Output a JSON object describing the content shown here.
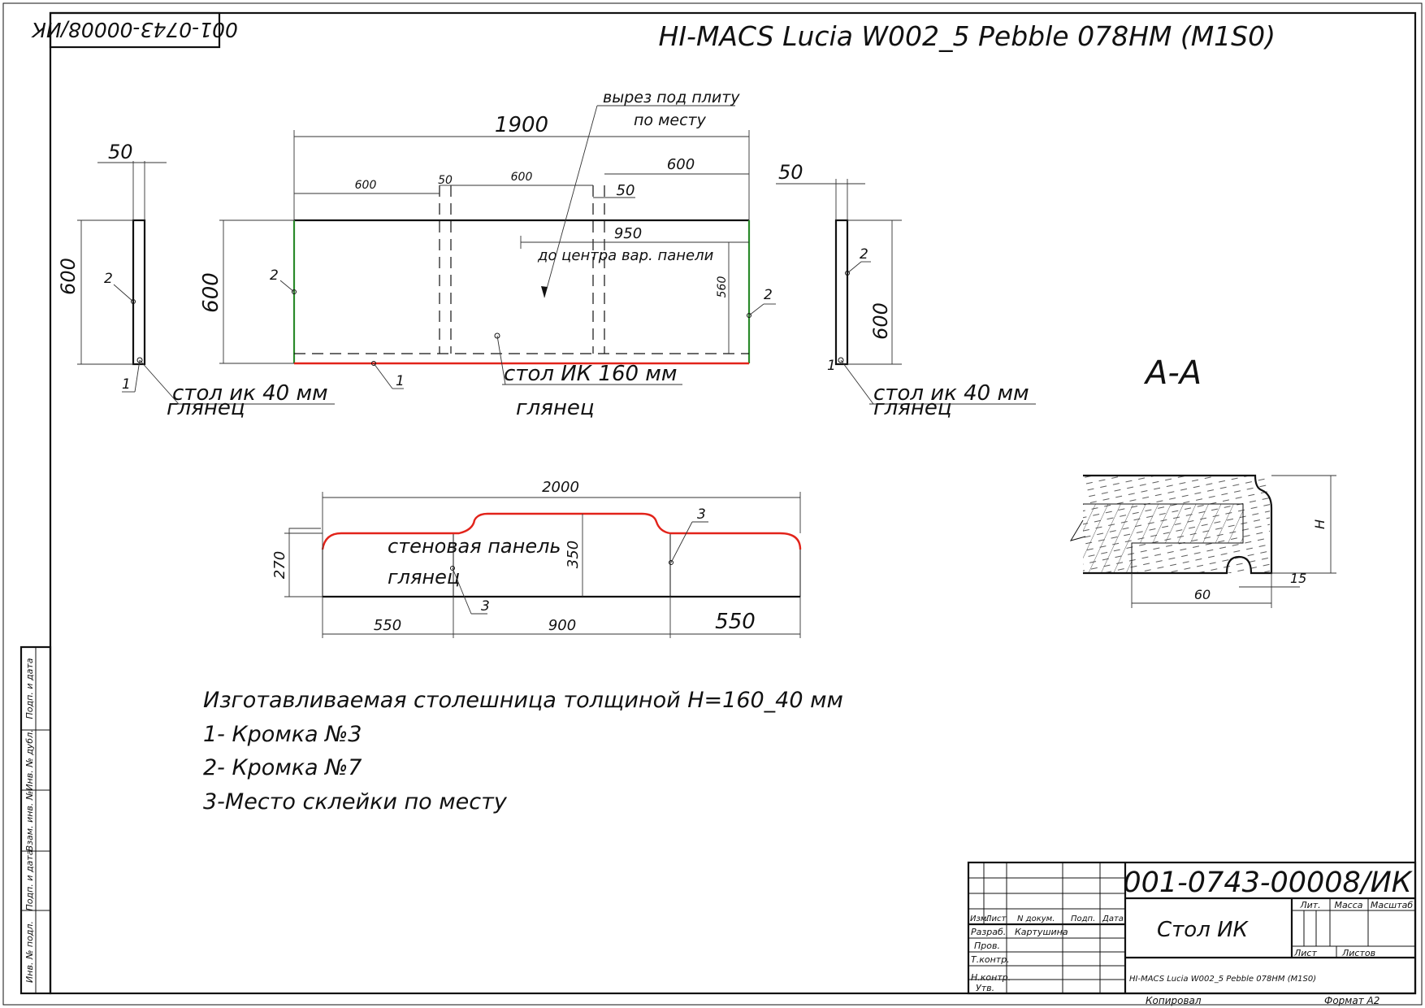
{
  "drawing": {
    "material": "HI-MACS Lucia W002_5 Pebble 078HM (M1S0)",
    "code": "001-0743-00008/ИК",
    "code_mirrored": "001-0743-00008/ИК"
  },
  "plan": {
    "dims": {
      "total": "1900",
      "seg1": "600",
      "gap1": "50",
      "seg2": "600",
      "seg3": "600",
      "gap2": "50",
      "to_center": "950",
      "height": "600",
      "inner": "560",
      "left_w": "50",
      "left_h": "600",
      "right_w": "50",
      "right_h": "600"
    },
    "labels": {
      "cutout_line1": "вырез под плиту",
      "cutout_line2": "по месту",
      "center_note": "до центра вар. панели",
      "main_name": "стол ИК 160 мм",
      "main_finish": "глянец",
      "side_name": "стол ик 40 мм",
      "side_finish": "глянец",
      "mark1": "1",
      "mark2": "2"
    }
  },
  "wall_panel": {
    "dims": {
      "total": "2000",
      "left": "550",
      "mid": "900",
      "right": "550",
      "h_low": "270",
      "h_high": "350"
    },
    "name": "стеновая панель",
    "finish": "глянец",
    "mark3": "3"
  },
  "section": {
    "title": "A-A",
    "dim_h": "H",
    "dim_60": "60",
    "dim_15": "15"
  },
  "notes": [
    "Изготавливаемая столешница толщиной H=160_40 мм",
    "1- Кромка №3",
    "2- Кромка №7",
    "3-Место склейки по месту"
  ],
  "side_strip": [
    "Инв. № подл.",
    "Подп. и дата",
    "Взам. инв. №",
    "Инв. № дубл.",
    "Подп. и дата"
  ],
  "title_block": {
    "headers": [
      "Изм.",
      "Лист",
      "N докум.",
      "Подп.",
      "Дата"
    ],
    "rows": [
      "Разраб.",
      "Пров.",
      "Т.контр.",
      "Н.контр.",
      "Утв."
    ],
    "developer": "Картушина",
    "name": "Стол ИК",
    "lit": "Лит.",
    "mass": "Масса",
    "scale": "Масштаб",
    "sheet": "Лист",
    "sheets": "Листов",
    "copied": "Копировал",
    "format": "Формат А2"
  },
  "colors": {
    "edge_red": "#e2231a",
    "edge_green": "#2a8a2a",
    "line": "#111111"
  }
}
